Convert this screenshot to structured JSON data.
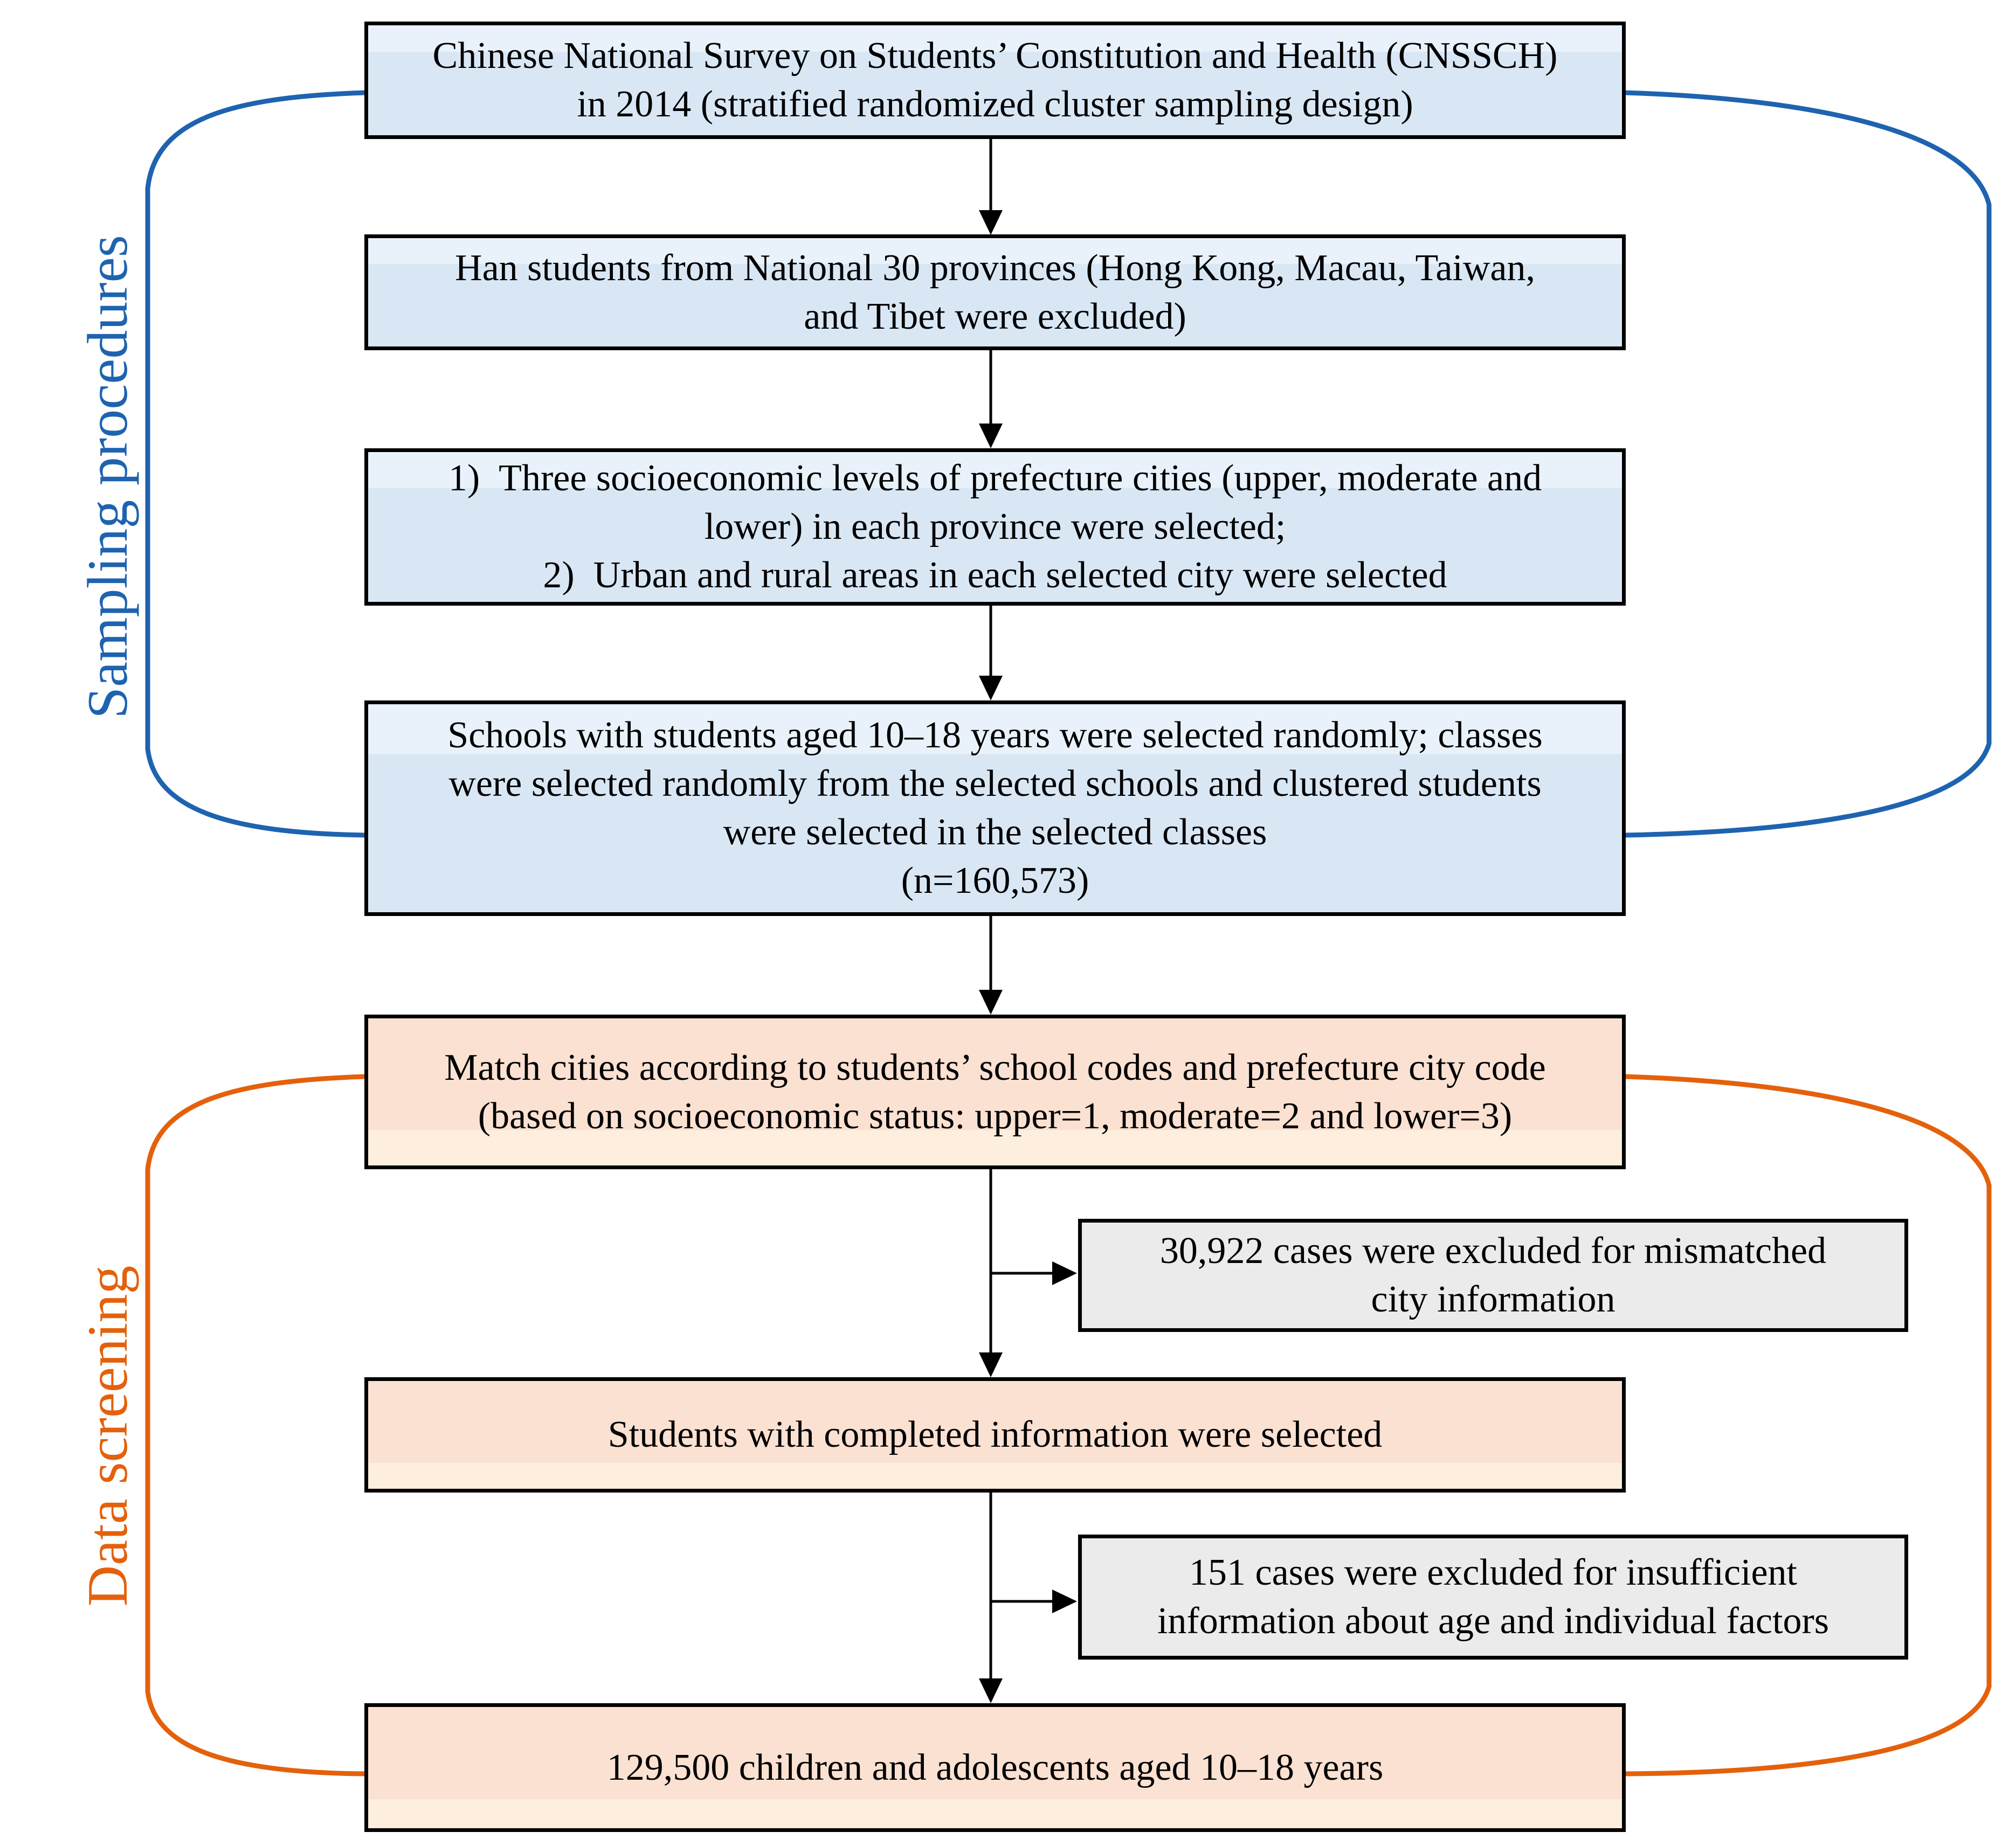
{
  "side_labels": {
    "sampling": "Sampling procedures",
    "screening": "Data screening"
  },
  "colors": {
    "sampling_accent": "#1e63b0",
    "screening_accent": "#e4610c",
    "blue_box_fill": "#d9e7f5",
    "orange_box_fill": "#fae1d2",
    "gray_box_fill": "#ebebeb",
    "box_border": "#000000",
    "text": "#000000"
  },
  "boxes": {
    "cnssch": {
      "lines": [
        "Chinese National Survey on Students’ Constitution and Health (CNSSCH)",
        "in 2014 (stratified randomized cluster sampling design)"
      ]
    },
    "han_students": {
      "lines": [
        "Han students from National 30 provinces (Hong Kong, Macau, Taiwan,",
        "and Tibet were excluded)"
      ]
    },
    "selection_steps": {
      "lines": [
        "1)  Three socioeconomic levels of prefecture cities (upper, moderate and",
        "lower) in each province were selected;",
        "2)  Urban and rural areas in each selected city were selected"
      ]
    },
    "schools": {
      "lines": [
        "Schools with students aged 10–18 years were selected randomly; classes",
        "were selected randomly from the selected schools and clustered students",
        "were selected in the selected classes",
        "(n=160,573)"
      ]
    },
    "match_cities": {
      "lines": [
        "Match cities according to students’ school codes and prefecture city code",
        "(based on socioeconomic status: upper=1, moderate=2 and lower=3)"
      ]
    },
    "excluded_mismatch": {
      "lines": [
        "30,922 cases were excluded for mismatched",
        "city information"
      ]
    },
    "completed_info": {
      "lines": [
        "Students with completed information were selected"
      ]
    },
    "excluded_insufficient": {
      "lines": [
        "151 cases were excluded for insufficient",
        "information about age and individual factors"
      ]
    },
    "final_sample": {
      "lines": [
        "129,500 children and adolescents aged 10–18 years"
      ]
    }
  },
  "flow": [
    "cnssch -> han_students",
    "han_students -> selection_steps",
    "selection_steps -> schools",
    "schools -> match_cities",
    "match_cities -> completed_info",
    "match_cities -> excluded_mismatch",
    "completed_info -> final_sample",
    "completed_info -> excluded_insufficient"
  ]
}
